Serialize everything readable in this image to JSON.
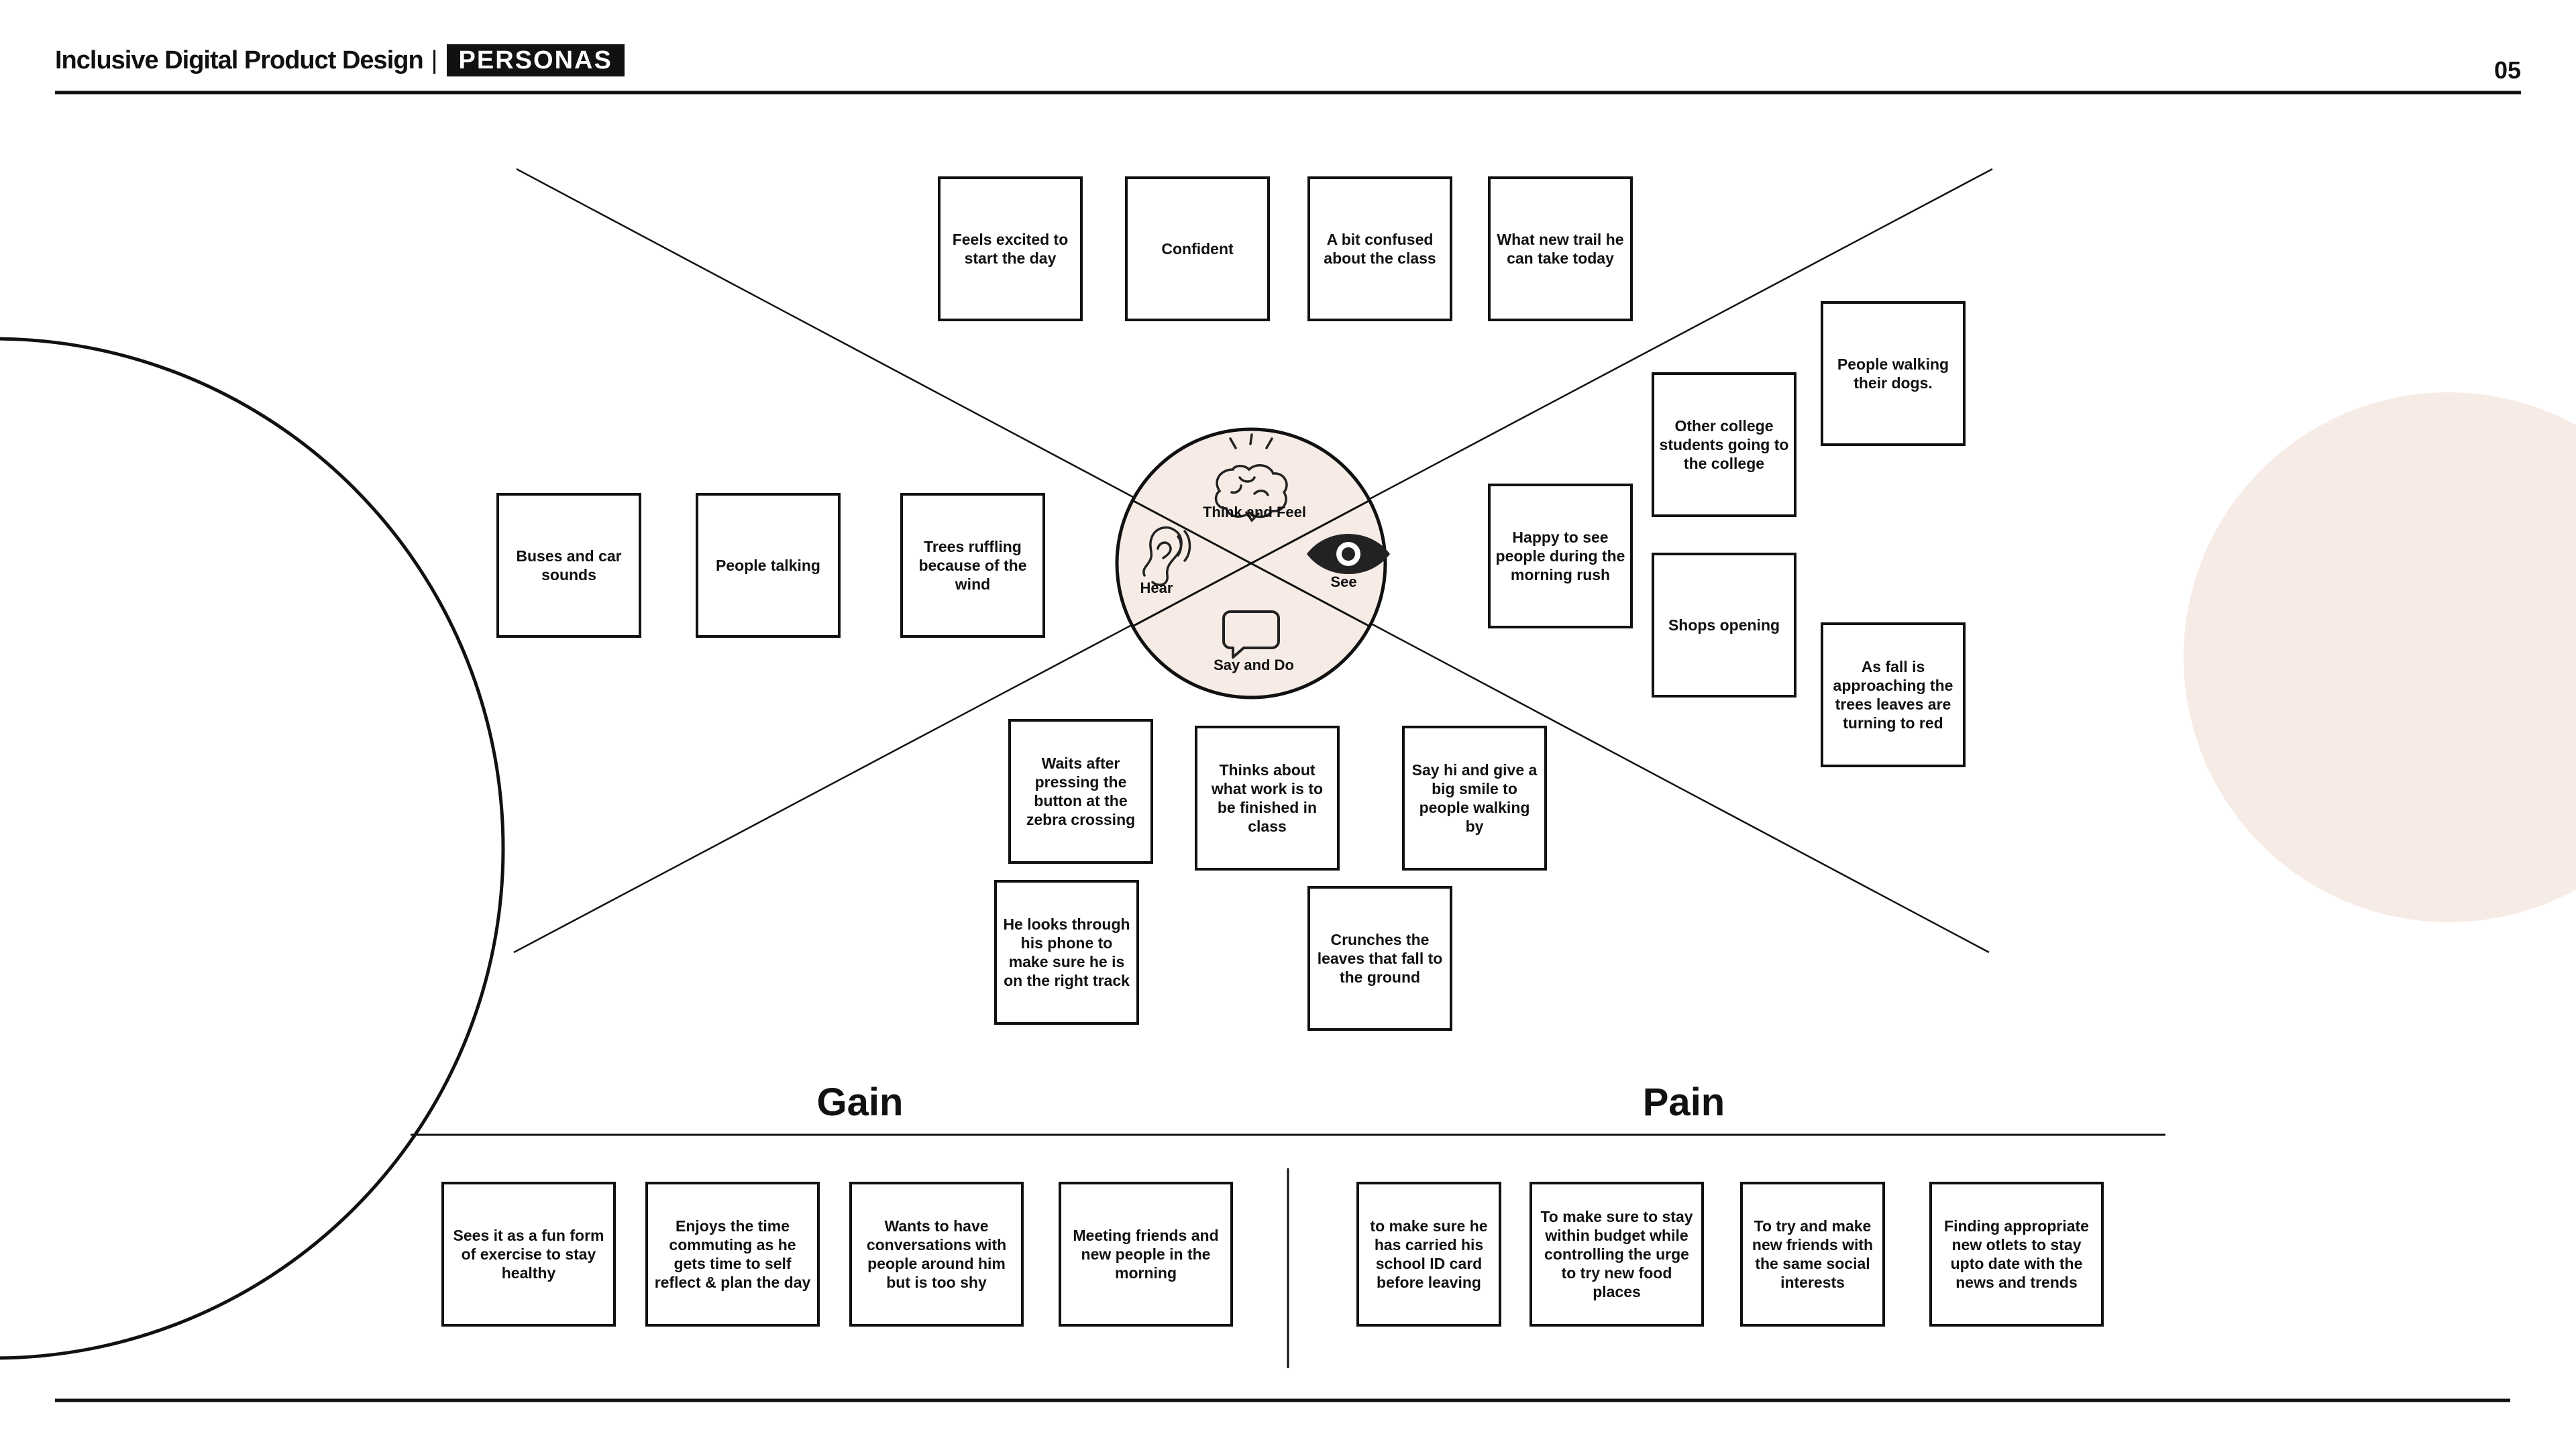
{
  "header": {
    "title": "Inclusive Digital Product Design",
    "separator": "|",
    "badge": "PERSONAS",
    "page_number": "05"
  },
  "empathy_map": {
    "quadrants": {
      "think_and_feel": "Think and Feel",
      "see": "See",
      "hear": "Hear",
      "say_and_do": "Say and Do"
    },
    "think_and_feel_notes": [
      "Feels excited to start the day",
      "Confident",
      "A bit confused about the class",
      "What new trail he can take today"
    ],
    "hear_notes": [
      "Buses and car sounds",
      "People talking",
      "Trees ruffling because of the wind"
    ],
    "see_notes": [
      "People walking their dogs.",
      "Other college students going to the college",
      "Happy to see people during the morning rush",
      "Shops opening",
      "As fall is approaching the trees leaves are turning to red"
    ],
    "say_and_do_notes": [
      "Waits after pressing the button at the zebra crossing",
      "Thinks about what work is to be finished in class",
      "Say hi and give a big smile to people walking by",
      "He looks through his phone to make sure he is on the right track",
      "Crunches the leaves that fall to the ground"
    ]
  },
  "gain": {
    "title": "Gain",
    "notes": [
      "Sees it as a fun form of exercise to stay healthy",
      "Enjoys the time commuting as he gets time to self reflect & plan the day",
      "Wants to have conversations with people around him but is too shy",
      "Meeting friends and new people in the morning"
    ]
  },
  "pain": {
    "title": "Pain",
    "notes": [
      "to make sure he has carried his school ID card before leaving",
      "To make sure to stay within budget while controlling the urge to try new food places",
      "To try and make new friends with the same social interests",
      "Finding appropriate new otlets to stay upto date with the news and trends"
    ]
  },
  "colors": {
    "accent_circle": "#f7ebe6",
    "ink": "#111111"
  }
}
